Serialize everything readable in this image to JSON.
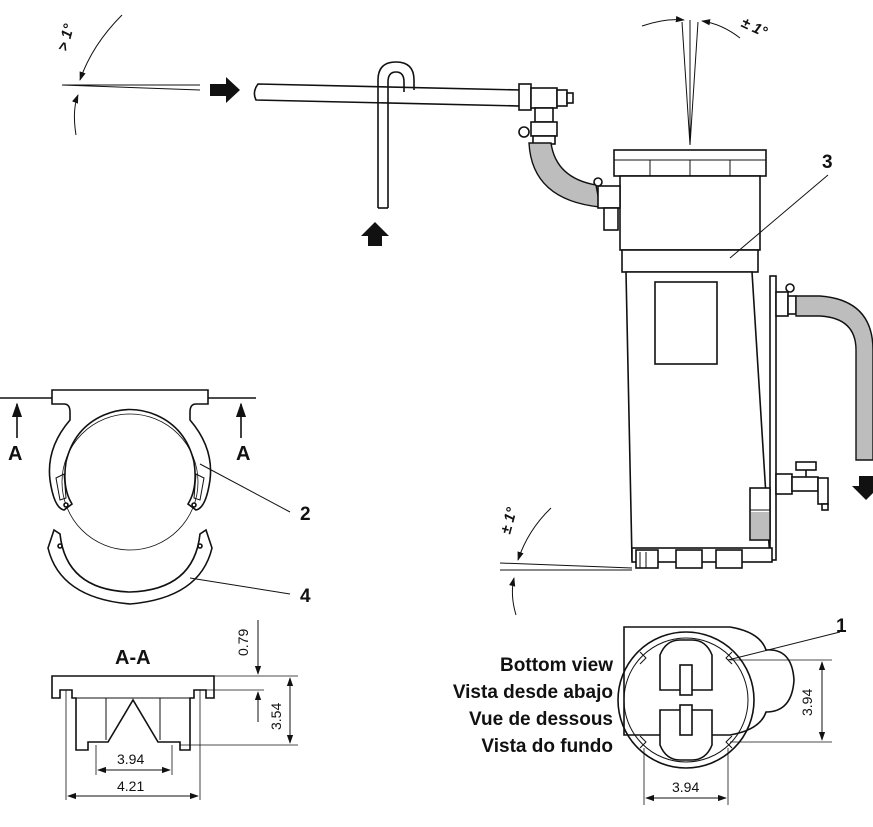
{
  "callouts": {
    "one": "1",
    "two": "2",
    "three": "3",
    "four": "4"
  },
  "section": {
    "marker_left": "A",
    "marker_right": "A",
    "title": "A-A"
  },
  "angles": {
    "top_left": "> 1°",
    "top_right": "± 1°",
    "bottom": "± 1°"
  },
  "dimensions": {
    "section_top": "0.79",
    "section_height": "3.54",
    "section_inner_width": "3.94",
    "section_outer_width": "4.21",
    "bottom_vertical": "3.94",
    "bottom_horizontal": "3.94"
  },
  "bottom_view": {
    "en": "Bottom view",
    "es": "Vista desde abajo",
    "fr": "Vue de dessous",
    "pt": "Vista do fundo"
  }
}
